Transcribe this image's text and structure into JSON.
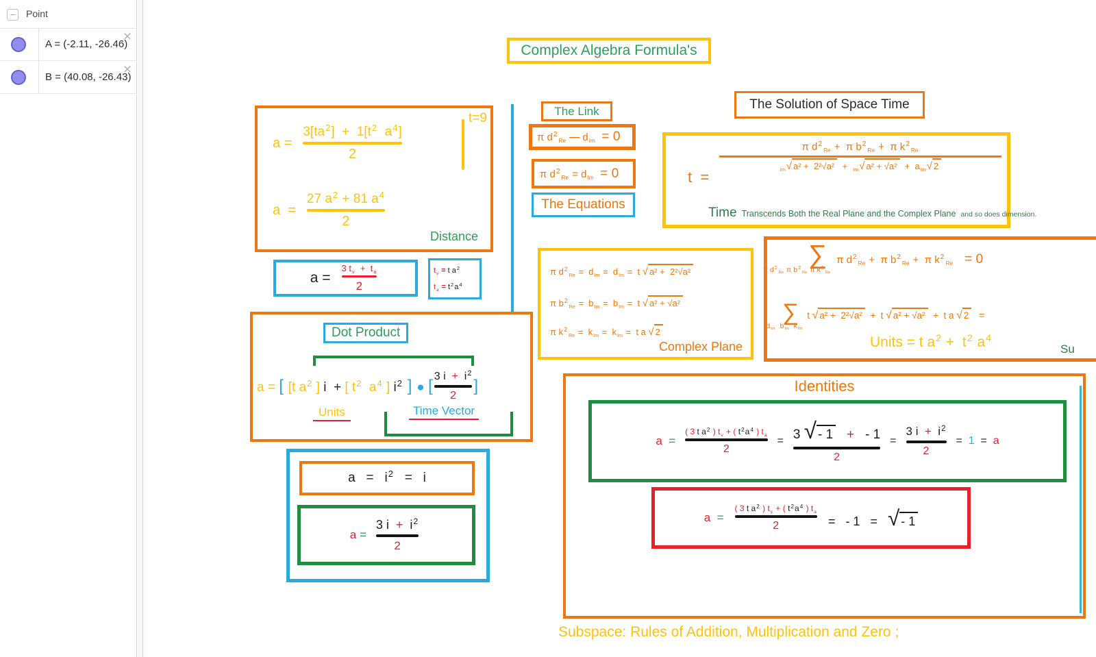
{
  "colors": {
    "orange": "#f2760d",
    "yellow": "#ffc20e",
    "green": "#2e9e5b",
    "dark_green": "#1e8e3e",
    "blue": "#29abe2",
    "red": "#e8202a",
    "point_fill": "#8f8fee"
  },
  "sidebar": {
    "section_title": "Point",
    "collapse_label": "−",
    "points": [
      {
        "label": "A = (-2.11, -26.46)",
        "close": "×"
      },
      {
        "label": "B = (40.08, -26.43)",
        "close": "×"
      }
    ]
  },
  "canvas": {
    "title": "Complex Algebra Formula's",
    "distance": {
      "eq1_lhs": [
        {
          "t": "a ="
        }
      ],
      "eq1_num": [
        {
          "t": "3[ta"
        },
        {
          "t": "2",
          "k": "sup"
        },
        {
          "t": "]  +  1[t"
        },
        {
          "t": "2",
          "k": "sup"
        },
        {
          "t": "  a"
        },
        {
          "t": "4",
          "k": "sup"
        },
        {
          "t": "]"
        }
      ],
      "eq1_den": [
        {
          "t": "2"
        }
      ],
      "eval_label": "t=9",
      "eq2_lhs": [
        {
          "t": "a  ="
        }
      ],
      "eq2_num": [
        {
          "t": "27 a"
        },
        {
          "t": "2",
          "k": "sup"
        },
        {
          "t": " + 81 a"
        },
        {
          "t": "4",
          "k": "sup"
        }
      ],
      "eq2_den": [
        {
          "t": "2"
        }
      ],
      "caption": "Distance"
    },
    "avg": {
      "lhs": [
        {
          "t": "a ="
        }
      ],
      "num": [
        {
          "t": "3 t"
        },
        {
          "t": "v",
          "k": "sub"
        },
        {
          "t": "  +  t"
        },
        {
          "t": "a",
          "k": "sub"
        }
      ],
      "den": [
        {
          "t": "2"
        }
      ]
    },
    "defs": {
      "line1": [
        {
          "t": "t",
          "k": "red"
        },
        {
          "t": "v",
          "k": "sub red"
        },
        {
          "t": " = ",
          "k": "red bold"
        },
        {
          "t": "t a",
          "k": "blk"
        },
        {
          "t": "2",
          "k": "sup blk"
        }
      ],
      "line2": [
        {
          "t": "t",
          "k": "red"
        },
        {
          "t": "a",
          "k": "sub red"
        },
        {
          "t": " = ",
          "k": "red bold"
        },
        {
          "t": "t",
          "k": "blk"
        },
        {
          "t": "2",
          "k": "sup blk"
        },
        {
          "t": "a",
          "k": "blk"
        },
        {
          "t": "4",
          "k": "sup blk"
        }
      ]
    },
    "link": {
      "label": "The Link",
      "eq1": [
        {
          "t": "π d"
        },
        {
          "t": "2",
          "k": "sup"
        },
        {
          "t": "Re",
          "k": "sub"
        },
        {
          "t": " ",
          "k": ""
        },
        {
          "t": "—",
          "k": "bold"
        },
        {
          "t": " d"
        },
        {
          "t": "Im",
          "k": "sub"
        },
        {
          "t": "  ",
          "k": ""
        },
        {
          "t": "= 0",
          "k": "lg"
        }
      ],
      "eq2": [
        {
          "t": "π d"
        },
        {
          "t": "2",
          "k": "sup"
        },
        {
          "t": "Re",
          "k": "sub"
        },
        {
          "t": " = d"
        },
        {
          "t": "Im",
          "k": "sub"
        },
        {
          "t": "  ",
          "k": ""
        },
        {
          "t": "= 0",
          "k": "lg"
        }
      ],
      "equations_label": "The Equations"
    },
    "solution_title": "The Solution of Space Time",
    "time": {
      "lhs": [
        {
          "t": "t  ="
        }
      ],
      "num": [
        {
          "t": "π d"
        },
        {
          "t": "2",
          "k": "sup"
        },
        {
          "t": "Re",
          "k": "sub"
        },
        {
          "t": " +  π b"
        },
        {
          "t": "2",
          "k": "sup"
        },
        {
          "t": "Re",
          "k": "sub"
        },
        {
          "t": " +  π k"
        },
        {
          "t": "2",
          "k": "sup"
        },
        {
          "t": "Re",
          "k": "sub"
        }
      ],
      "den": [
        {
          "t": "Im",
          "k": "sub"
        },
        {
          "t": "√",
          "k": "rad"
        },
        {
          "t": "a² +  2²√a²",
          "k": "ov"
        },
        {
          "t": "  +  "
        },
        {
          "t": "Im",
          "k": "sub"
        },
        {
          "t": "√",
          "k": "rad"
        },
        {
          "t": "a² + √a²",
          "k": "ov"
        },
        {
          "t": "  +  a"
        },
        {
          "t": "Im",
          "k": "sub"
        },
        {
          "t": "√",
          "k": "rad"
        },
        {
          "t": "2",
          "k": "ov"
        }
      ],
      "caption": "Time",
      "caption2": "Transcends Both the Real Plane and the Complex Plane",
      "caption3": "and so does dimension."
    },
    "cplane": {
      "line1": [
        {
          "t": "π d"
        },
        {
          "t": "2",
          "k": "sup"
        },
        {
          "t": "Re",
          "k": "sub"
        },
        {
          "t": " =  d"
        },
        {
          "t": "Im",
          "k": "sub"
        },
        {
          "t": " =  d"
        },
        {
          "t": "Im",
          "k": "sub"
        },
        {
          "t": " =  t "
        },
        {
          "t": "√",
          "k": "rad"
        },
        {
          "t": "a² +  2²√a²",
          "k": "ov"
        }
      ],
      "line2": [
        {
          "t": "π b"
        },
        {
          "t": "2",
          "k": "sup"
        },
        {
          "t": "Re",
          "k": "sub"
        },
        {
          "t": " =  b"
        },
        {
          "t": "Im",
          "k": "sub"
        },
        {
          "t": " =  b"
        },
        {
          "t": "Im",
          "k": "sub"
        },
        {
          "t": " =  t "
        },
        {
          "t": "√",
          "k": "rad"
        },
        {
          "t": "a² + √a²",
          "k": "ov"
        }
      ],
      "line3": [
        {
          "t": "π k"
        },
        {
          "t": "2",
          "k": "sup"
        },
        {
          "t": "Re",
          "k": "sub"
        },
        {
          "t": " =  k"
        },
        {
          "t": "Im",
          "k": "sub"
        },
        {
          "t": " =  k"
        },
        {
          "t": "Im",
          "k": "sub"
        },
        {
          "t": " =  t a "
        },
        {
          "t": "√",
          "k": "rad"
        },
        {
          "t": "2",
          "k": "ov"
        }
      ],
      "caption": "Complex Plane"
    },
    "sum": {
      "sigma": "∑",
      "eq1_limits": [
        {
          "t": "π d"
        },
        {
          "t": "2",
          "k": "sup"
        },
        {
          "t": "Re",
          "k": "sub"
        },
        {
          "t": " π b"
        },
        {
          "t": "2",
          "k": "sup"
        },
        {
          "t": "Re",
          "k": "sub"
        },
        {
          "t": " π k"
        },
        {
          "t": "2",
          "k": "sup"
        },
        {
          "t": "Re",
          "k": "sub"
        }
      ],
      "eq1_expr": [
        {
          "t": "π d"
        },
        {
          "t": "2",
          "k": "sup"
        },
        {
          "t": "Re",
          "k": "sub"
        },
        {
          "t": " +  π b"
        },
        {
          "t": "2",
          "k": "sup"
        },
        {
          "t": "Re",
          "k": "sub"
        },
        {
          "t": " +  π k"
        },
        {
          "t": "2",
          "k": "sup"
        },
        {
          "t": "Re",
          "k": "sub"
        },
        {
          "t": "   = 0",
          "k": "lg"
        }
      ],
      "eq2_limits": [
        {
          "t": "d"
        },
        {
          "t": "Im",
          "k": "sub"
        },
        {
          "t": "  b"
        },
        {
          "t": "Im",
          "k": "sub"
        },
        {
          "t": "  k"
        },
        {
          "t": "Im",
          "k": "sub"
        }
      ],
      "eq2_expr": [
        {
          "t": "t "
        },
        {
          "t": "√",
          "k": "rad"
        },
        {
          "t": "a² +  2²√a²",
          "k": "ov"
        },
        {
          "t": "  +  t "
        },
        {
          "t": "√",
          "k": "rad"
        },
        {
          "t": "a² + √a²",
          "k": "ov"
        },
        {
          "t": "  +  t a "
        },
        {
          "t": "√",
          "k": "rad"
        },
        {
          "t": "2",
          "k": "ov"
        },
        {
          "t": "   ="
        }
      ],
      "units": [
        {
          "t": "Units = t a"
        },
        {
          "t": "2",
          "k": "sup"
        },
        {
          "t": " +  t"
        },
        {
          "t": "2",
          "k": "sup"
        },
        {
          "t": " a"
        },
        {
          "t": "4",
          "k": "sup"
        }
      ],
      "cut_label": "Su"
    },
    "dot": {
      "label": "Dot Product",
      "pre": [
        {
          "t": "a = ",
          "k": "yel"
        },
        {
          "t": "[ ",
          "k": "blu lg"
        },
        {
          "t": "[t a",
          "k": "yel"
        },
        {
          "t": "2",
          "k": "sup yel"
        },
        {
          "t": " ] ",
          "k": "yel"
        },
        {
          "t": "i  ",
          "k": "blk"
        },
        {
          "t": "+ ",
          "k": "blk"
        },
        {
          "t": "[ t",
          "k": "yel"
        },
        {
          "t": "2",
          "k": "sup yel"
        },
        {
          "t": "  a",
          "k": "yel"
        },
        {
          "t": "4",
          "k": "sup yel"
        },
        {
          "t": " ] ",
          "k": "yel"
        },
        {
          "t": "i",
          "k": "blk"
        },
        {
          "t": "2",
          "k": "sup blk"
        },
        {
          "t": " ] ",
          "k": "blu lg"
        },
        {
          "t": "● ",
          "k": "blu"
        },
        {
          "t": "[",
          "k": "blu lg"
        }
      ],
      "num": [
        {
          "t": "3 i  ",
          "k": "blk"
        },
        {
          "t": "+  ",
          "k": "red"
        },
        {
          "t": "i",
          "k": "blk"
        },
        {
          "t": "2",
          "k": "sup blk"
        }
      ],
      "den": [
        {
          "t": "2",
          "k": "red"
        }
      ],
      "post": [
        {
          "t": "]",
          "k": "blu lg"
        }
      ],
      "units_label": "Units",
      "timevector_label": "Time Vector"
    },
    "identities": {
      "title": "Identities",
      "g_lhs": [
        {
          "t": "a  ",
          "k": "red"
        },
        {
          "t": "=",
          "k": "grn"
        }
      ],
      "g_f1num": [
        {
          "t": "( 3 ",
          "k": "red"
        },
        {
          "t": "t a",
          "k": "blk"
        },
        {
          "t": "2",
          "k": "sup blk"
        },
        {
          "t": " ) ",
          "k": "red"
        },
        {
          "t": "t",
          "k": "red"
        },
        {
          "t": "v",
          "k": "sub red"
        },
        {
          "t": " + ",
          "k": "red"
        },
        {
          "t": "( ",
          "k": "red"
        },
        {
          "t": "t",
          "k": "blk"
        },
        {
          "t": "2",
          "k": "sup blk"
        },
        {
          "t": "a",
          "k": "blk"
        },
        {
          "t": "4",
          "k": "sup blk"
        },
        {
          "t": " ) ",
          "k": "red"
        },
        {
          "t": "t",
          "k": "red"
        },
        {
          "t": "a",
          "k": "sub red"
        }
      ],
      "g_f1den": [
        {
          "t": "2",
          "k": "red"
        }
      ],
      "eq_sign": [
        {
          "t": "=",
          "k": "blk"
        }
      ],
      "g_f2num": [
        {
          "t": "3 ",
          "k": "blk"
        },
        {
          "t": "√",
          "k": "rad2 blk"
        },
        {
          "t": "- 1",
          "k": "ov blk"
        },
        {
          "t": "   +   ",
          "k": "red"
        },
        {
          "t": "- 1",
          "k": "blk"
        }
      ],
      "g_f2den": [
        {
          "t": "2",
          "k": "red"
        }
      ],
      "g_f3num": [
        {
          "t": "3 i  ",
          "k": "blk"
        },
        {
          "t": "+  ",
          "k": "red"
        },
        {
          "t": "i",
          "k": "blk"
        },
        {
          "t": "2",
          "k": "sup blk"
        }
      ],
      "g_f3den": [
        {
          "t": "2",
          "k": "red"
        }
      ],
      "g_tail": [
        {
          "t": "=  ",
          "k": "blk"
        },
        {
          "t": "1",
          "k": "blu"
        },
        {
          "t": "  =  ",
          "k": "blk"
        },
        {
          "t": "a",
          "k": "red"
        }
      ],
      "r_lhs": [
        {
          "t": "a  ",
          "k": "red"
        },
        {
          "t": "=",
          "k": "grn"
        }
      ],
      "r_f1num": [
        {
          "t": "( 3 ",
          "k": "red"
        },
        {
          "t": "t a",
          "k": "blk"
        },
        {
          "t": "2",
          "k": "sup blk"
        },
        {
          "t": " ) ",
          "k": "red"
        },
        {
          "t": "t",
          "k": "red"
        },
        {
          "t": "v",
          "k": "sub red"
        },
        {
          "t": " + ",
          "k": "red"
        },
        {
          "t": "( ",
          "k": "red"
        },
        {
          "t": "t",
          "k": "blk"
        },
        {
          "t": "2",
          "k": "sup blk"
        },
        {
          "t": "a",
          "k": "blk"
        },
        {
          "t": "4",
          "k": "sup blk"
        },
        {
          "t": " ) ",
          "k": "red"
        },
        {
          "t": "t",
          "k": "red"
        },
        {
          "t": "a",
          "k": "sub red"
        }
      ],
      "r_f1den": [
        {
          "t": "2",
          "k": "red"
        }
      ],
      "r_tail": [
        {
          "t": "=   - 1   =   ",
          "k": "blk"
        },
        {
          "t": "√",
          "k": "rad2 blk"
        },
        {
          "t": "- 1",
          "k": "ov blk"
        }
      ]
    },
    "lower": {
      "isq": [
        {
          "t": "a   =   i"
        },
        {
          "t": "2",
          "k": "sup"
        },
        {
          "t": "   =   i"
        }
      ],
      "h_lhs": [
        {
          "t": "a ",
          "k": "red"
        },
        {
          "t": "=",
          "k": "grn"
        }
      ],
      "h_num": [
        {
          "t": "3 i  ",
          "k": "blk"
        },
        {
          "t": "+  ",
          "k": "red"
        },
        {
          "t": "i",
          "k": "blk"
        },
        {
          "t": "2",
          "k": "sup blk"
        }
      ],
      "h_den": [
        {
          "t": "2",
          "k": "red"
        }
      ]
    },
    "subspace": "Subspace: Rules of Addition, Multiplication and Zero ;"
  }
}
